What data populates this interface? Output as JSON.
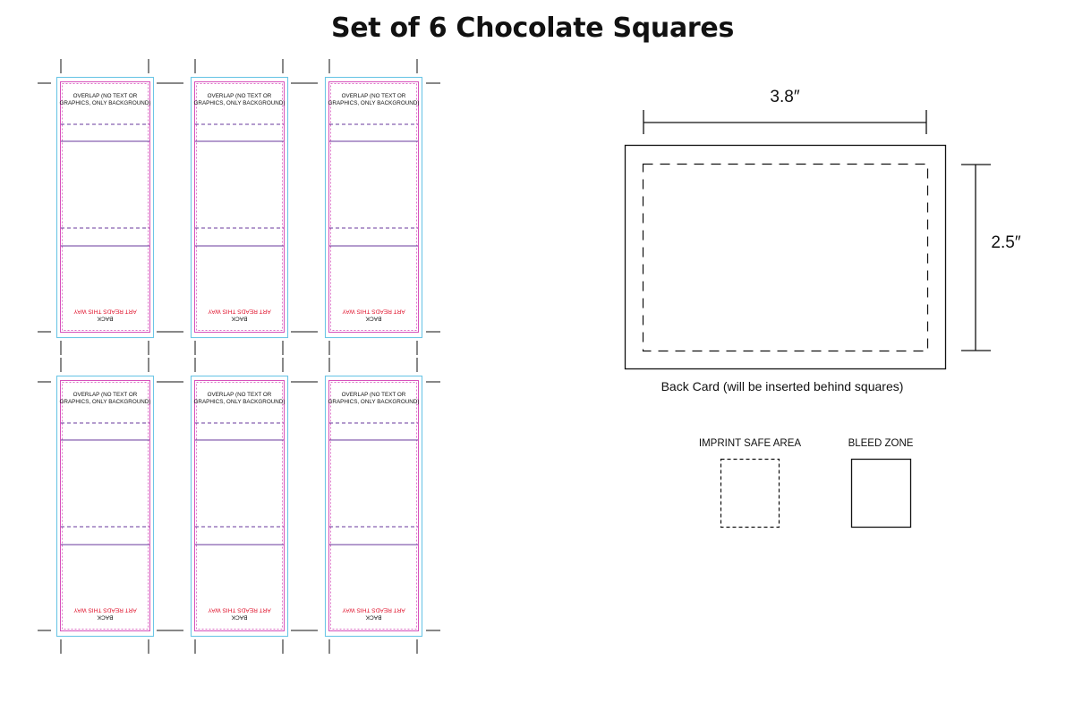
{
  "title": "Set of 6 Chocolate Squares",
  "template": {
    "overlap_text": [
      "OVERLAP (NO TEXT OR",
      "GRAPHICS, ONLY BACKGROUND)"
    ],
    "art_reads_text": "ART READS THIS WAY",
    "back_text": "BACK"
  },
  "back_card": {
    "width_label": "3.8″",
    "height_label": "2.5″",
    "caption": "Back Card  (will be inserted behind squares)"
  },
  "legend": {
    "imprint_label": "IMPRINT SAFE AREA",
    "bleed_label": "BLEED ZONE"
  },
  "colors": {
    "cyan_guide": "#6cc6e6",
    "magenta_guide": "#d23fb4",
    "purple_guide": "#6a3a9c",
    "red_text": "#e0102a"
  }
}
